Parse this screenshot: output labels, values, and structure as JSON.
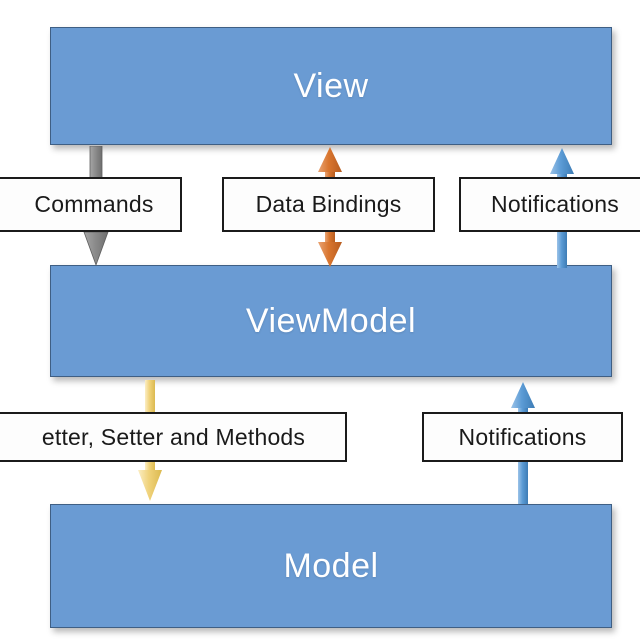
{
  "diagram": {
    "title": "MVVM pattern diagram",
    "colors": {
      "layer_fill": "#6a9bd3",
      "layer_border": "#3f5f84",
      "layer_text": "#ffffff",
      "label_fill": "#fdfdfd",
      "label_border": "#1b1b1b",
      "label_text": "#1a1a1a",
      "arrow_gray": "#808080",
      "arrow_orange": "#d9752e",
      "arrow_blue": "#5b9bd5",
      "arrow_yellow": "#f0d27a",
      "background": "#ffffff"
    },
    "layers": [
      {
        "id": "view",
        "label": "View"
      },
      {
        "id": "viewmodel",
        "label": "ViewModel"
      },
      {
        "id": "model",
        "label": "Model"
      }
    ],
    "connections": [
      {
        "id": "commands",
        "label": "Commands",
        "from": "View",
        "to": "ViewModel",
        "direction": "down",
        "color": "#808080",
        "clipped": true
      },
      {
        "id": "data-bindings",
        "label": "Data Bindings",
        "from": "View",
        "to": "ViewModel",
        "direction": "both",
        "color": "#d9752e",
        "clipped": false
      },
      {
        "id": "notifications-view",
        "label": "Notifications",
        "from": "ViewModel",
        "to": "View",
        "direction": "up",
        "color": "#5b9bd5",
        "clipped": true
      },
      {
        "id": "accessors",
        "label": "etter, Setter and Methods",
        "from": "ViewModel",
        "to": "Model",
        "direction": "down",
        "color": "#f0d27a",
        "clipped": true
      },
      {
        "id": "notifications-model",
        "label": "Notifications",
        "from": "Model",
        "to": "ViewModel",
        "direction": "up",
        "color": "#5b9bd5",
        "clipped": false
      }
    ]
  }
}
